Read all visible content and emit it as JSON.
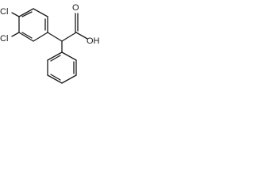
{
  "molecule": {
    "atoms": {
      "cl_top": "Cl",
      "cl_left": "Cl",
      "acid_o": "O",
      "acid_oh": "OH"
    }
  },
  "colors": {
    "bond": "#1a1a1a",
    "background": "#ffffff"
  }
}
